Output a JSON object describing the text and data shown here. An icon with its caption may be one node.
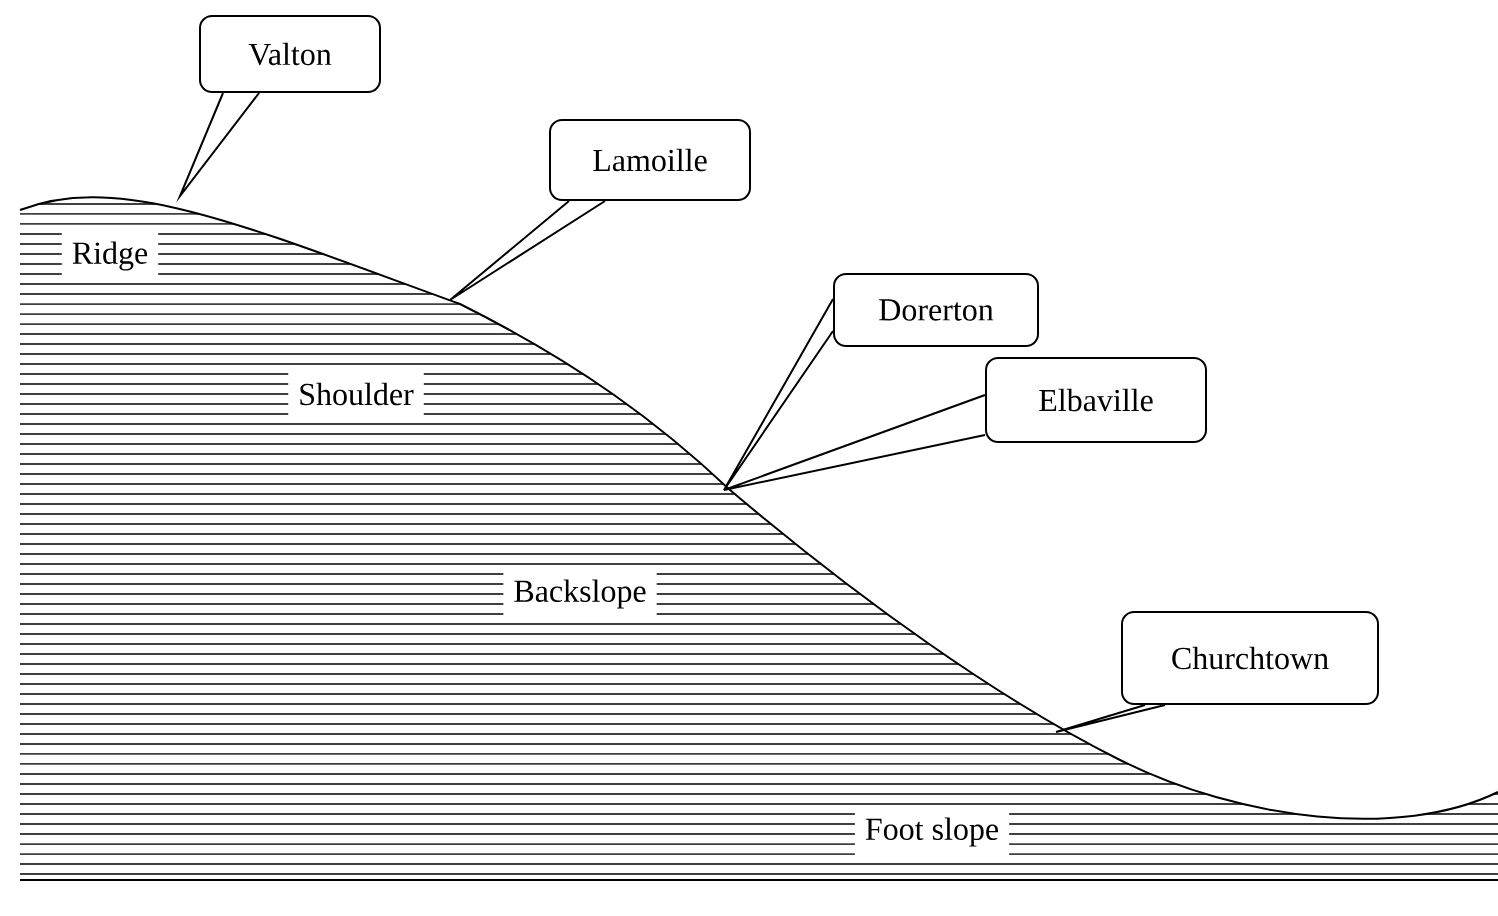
{
  "diagram": {
    "nodes": [
      {
        "text": [
          "Valton"
        ]
      },
      {
        "text": [
          "Lamoille"
        ]
      },
      {
        "text": [
          "Dorerton"
        ]
      },
      {
        "text": [
          "Elbaville"
        ]
      },
      {
        "text": [
          "Churchtown"
        ]
      }
    ],
    "edges": [
      {
        "from": 0,
        "to": null,
        "arrow": "none"
      },
      {
        "from": 1,
        "to": null,
        "arrow": "none"
      },
      {
        "from": 2,
        "to": null,
        "arrow": "none"
      },
      {
        "from": 3,
        "to": null,
        "arrow": "none"
      },
      {
        "from": 4,
        "to": null,
        "arrow": "none"
      }
    ],
    "labels": [
      "Ridge",
      "Shoulder",
      "Backslope",
      "Foot slope"
    ]
  }
}
